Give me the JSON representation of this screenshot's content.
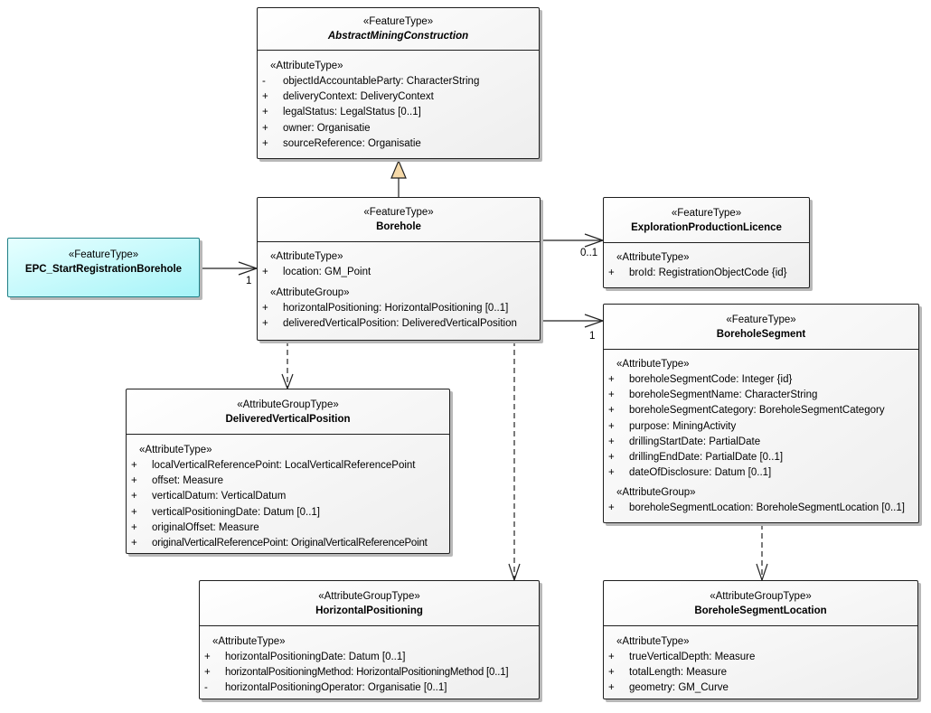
{
  "classes": {
    "abstract": {
      "stereotype": "«FeatureType»",
      "name": "AbstractMiningConstruction",
      "groups": [
        {
          "stereotype": "«AttributeType»",
          "attrs": [
            {
              "vis": "-",
              "text": "objectIdAccountableParty: CharacterString"
            },
            {
              "vis": "+",
              "text": "deliveryContext: DeliveryContext"
            },
            {
              "vis": "+",
              "text": "legalStatus: LegalStatus [0..1]"
            },
            {
              "vis": "+",
              "text": "owner: Organisatie"
            },
            {
              "vis": "+",
              "text": "sourceReference: Organisatie"
            }
          ]
        }
      ]
    },
    "borehole": {
      "stereotype": "«FeatureType»",
      "name": "Borehole",
      "groups": [
        {
          "stereotype": "«AttributeType»",
          "attrs": [
            {
              "vis": "+",
              "text": "location: GM_Point"
            }
          ]
        },
        {
          "stereotype": "«AttributeGroup»",
          "attrs": [
            {
              "vis": "+",
              "text": "horizontalPositioning: HorizontalPositioning [0..1]"
            },
            {
              "vis": "+",
              "text": "deliveredVerticalPosition: DeliveredVerticalPosition"
            }
          ]
        }
      ]
    },
    "epc": {
      "stereotype": "«FeatureType»",
      "name": "EPC_StartRegistrationBorehole"
    },
    "licence": {
      "stereotype": "«FeatureType»",
      "name": "ExplorationProductionLicence",
      "groups": [
        {
          "stereotype": "«AttributeType»",
          "attrs": [
            {
              "vis": "+",
              "text": "broId: RegistrationObjectCode {id}"
            }
          ]
        }
      ]
    },
    "segment": {
      "stereotype": "«FeatureType»",
      "name": "BoreholeSegment",
      "groups": [
        {
          "stereotype": "«AttributeType»",
          "attrs": [
            {
              "vis": "+",
              "text": "boreholeSegmentCode: Integer {id}"
            },
            {
              "vis": "+",
              "text": "boreholeSegmentName: CharacterString"
            },
            {
              "vis": "+",
              "text": "boreholeSegmentCategory: BoreholeSegmentCategory"
            },
            {
              "vis": "+",
              "text": "purpose: MiningActivity"
            },
            {
              "vis": "+",
              "text": "drillingStartDate: PartialDate"
            },
            {
              "vis": "+",
              "text": "drillingEndDate: PartialDate [0..1]"
            },
            {
              "vis": "+",
              "text": "dateOfDisclosure: Datum [0..1]"
            }
          ]
        },
        {
          "stereotype": "«AttributeGroup»",
          "attrs": [
            {
              "vis": "+",
              "text": "boreholeSegmentLocation: BoreholeSegmentLocation [0..1]"
            }
          ]
        }
      ]
    },
    "dvp": {
      "stereotype": "«AttributeGroupType»",
      "name": "DeliveredVerticalPosition",
      "groups": [
        {
          "stereotype": "«AttributeType»",
          "attrs": [
            {
              "vis": "+",
              "text": "localVerticalReferencePoint: LocalVerticalReferencePoint"
            },
            {
              "vis": "+",
              "text": "offset: Measure"
            },
            {
              "vis": "+",
              "text": "verticalDatum: VerticalDatum"
            },
            {
              "vis": "+",
              "text": "verticalPositioningDate: Datum [0..1]"
            },
            {
              "vis": "+",
              "text": "originalOffset: Measure"
            },
            {
              "vis": "+",
              "text": "originalVerticalReferencePoint: OriginalVerticalReferencePoint"
            }
          ]
        }
      ]
    },
    "hp": {
      "stereotype": "«AttributeGroupType»",
      "name": "HorizontalPositioning",
      "groups": [
        {
          "stereotype": "«AttributeType»",
          "attrs": [
            {
              "vis": "+",
              "text": "horizontalPositioningDate: Datum [0..1]"
            },
            {
              "vis": "+",
              "text": "horizontalPositioningMethod: HorizontalPositioningMethod [0..1]"
            },
            {
              "vis": "-",
              "text": "horizontalPositioningOperator: Organisatie [0..1]"
            }
          ]
        }
      ]
    },
    "bsl": {
      "stereotype": "«AttributeGroupType»",
      "name": "BoreholeSegmentLocation",
      "groups": [
        {
          "stereotype": "«AttributeType»",
          "attrs": [
            {
              "vis": "+",
              "text": "trueVerticalDepth: Measure"
            },
            {
              "vis": "+",
              "text": "totalLength: Measure"
            },
            {
              "vis": "+",
              "text": "geometry: GM_Curve"
            }
          ]
        }
      ]
    }
  },
  "multiplicities": {
    "epc_borehole": "1",
    "borehole_licence": "0..1",
    "borehole_segment": "1"
  }
}
